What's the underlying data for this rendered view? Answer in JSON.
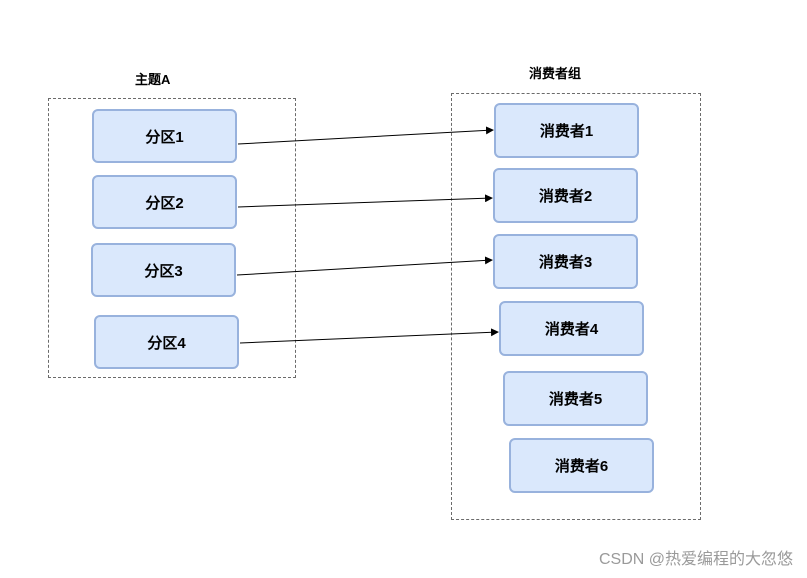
{
  "topic": {
    "label": "主题A",
    "partitions": [
      "分区1",
      "分区2",
      "分区3",
      "分区4"
    ]
  },
  "group": {
    "label": "消费者组",
    "consumers": [
      "消费者1",
      "消费者2",
      "消费者3",
      "消费者4",
      "消费者5",
      "消费者6"
    ]
  },
  "edges": [
    {
      "from": "分区1",
      "to": "消费者1"
    },
    {
      "from": "分区2",
      "to": "消费者2"
    },
    {
      "from": "分区3",
      "to": "消费者3"
    },
    {
      "from": "分区4",
      "to": "消费者4"
    }
  ],
  "watermark": "CSDN @热爱编程的大忽悠"
}
